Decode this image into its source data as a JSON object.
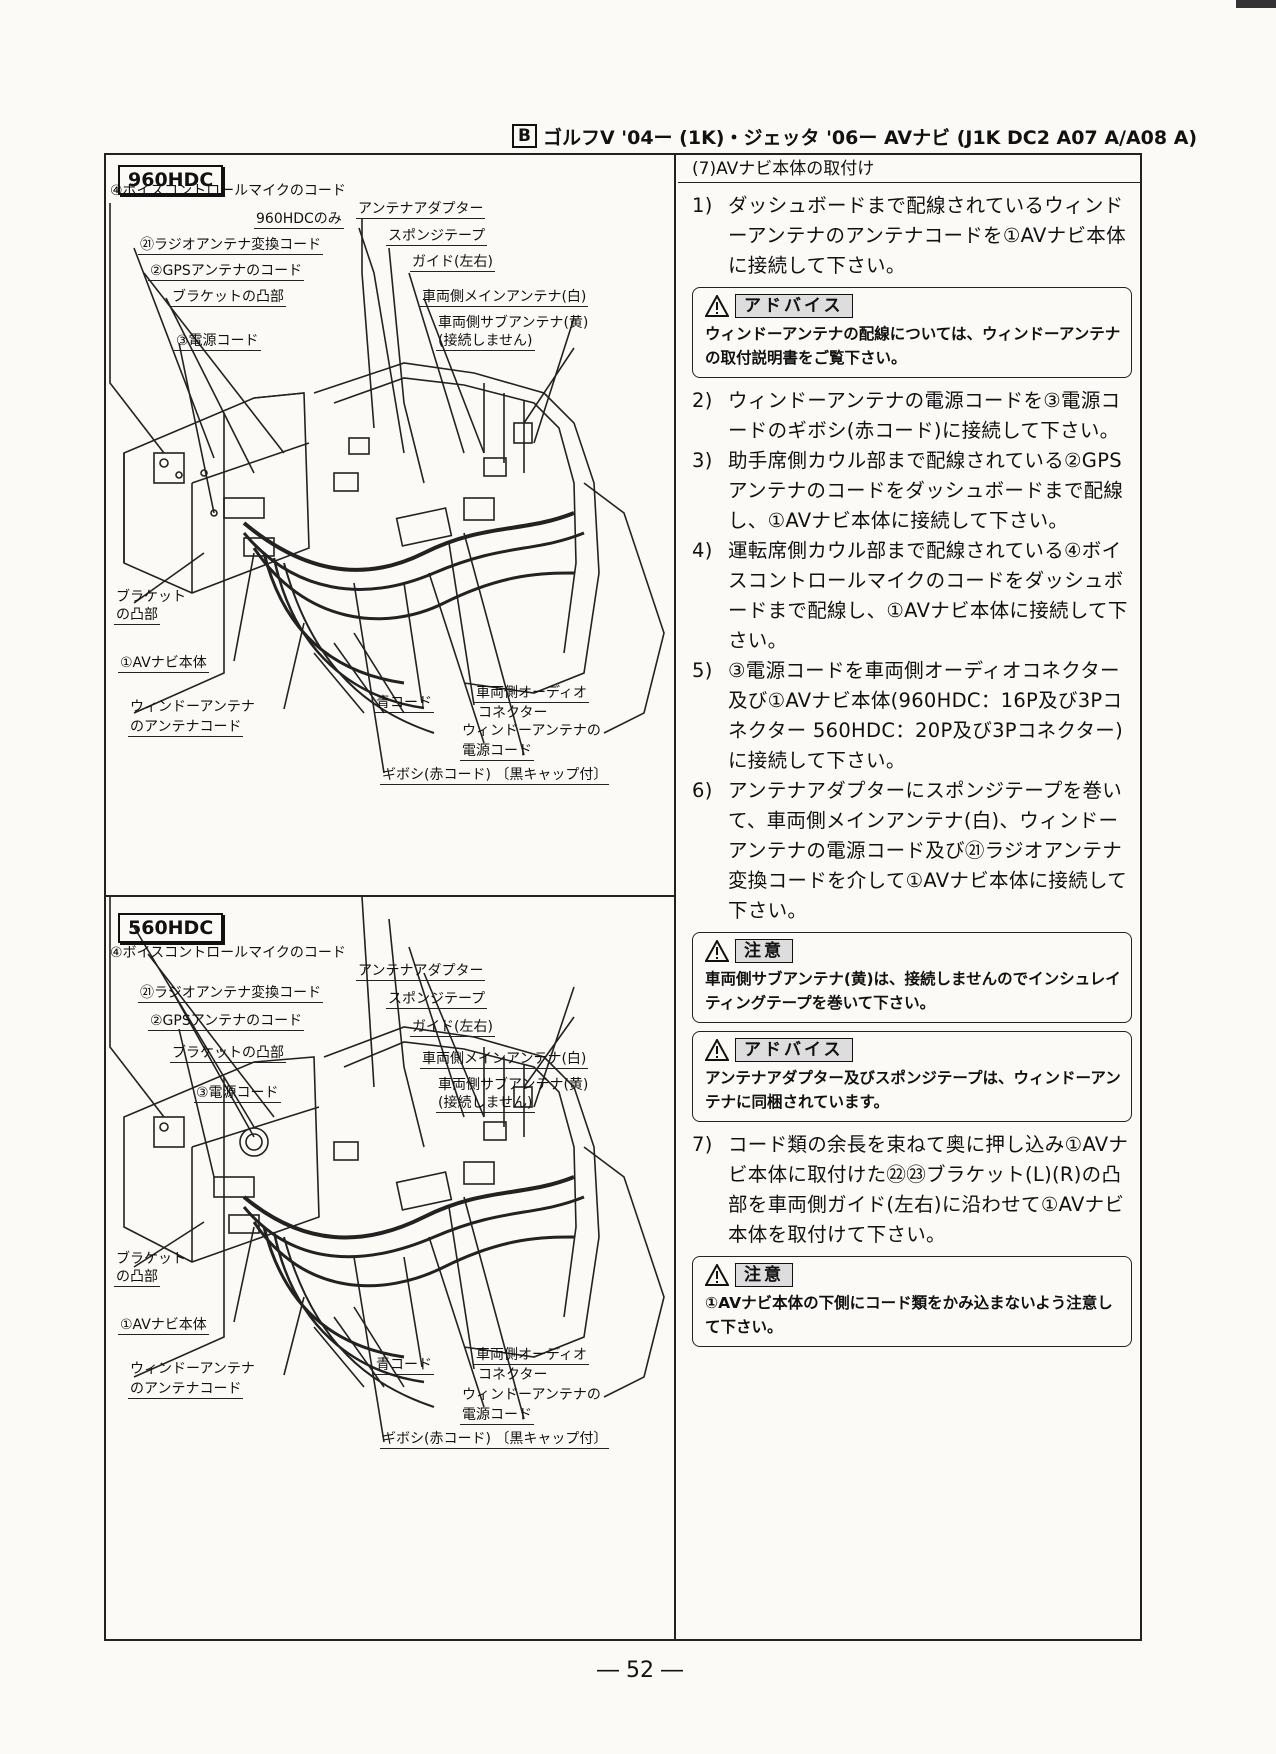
{
  "header": {
    "section_box": "B",
    "title": "ゴルフV '04ー (1K)・ジェッタ '06ー AVナビ (J1K DC2 A07 A/A08 A)"
  },
  "panel_960": {
    "model": "960HDC",
    "labels": {
      "voice_mic_cord": "④ボイスコントロールマイクのコード",
      "only_960": "960HDCのみ",
      "antenna_adapter": "アンテナアダプター",
      "radio_antenna_conv": "㉑ラジオアンテナ変換コード",
      "sponge_tape": "スポンジテープ",
      "gps_cord": "②GPSアンテナのコード",
      "guide": "ガイド(左右)",
      "bracket_boss": "ブラケットの凸部",
      "main_antenna": "車両側メインアンテナ(白)",
      "sub_antenna": "車両側サブアンテナ(黄)",
      "not_connected": "(接続しません)",
      "power_cord": "③電源コード",
      "bracket_bottom_1": "ブラケット",
      "bracket_bottom_2": "の凸部",
      "av_navi_body": "①AVナビ本体",
      "window_antenna_1": "ウィンドーアンテナ",
      "window_antenna_2": "のアンテナコード",
      "blue_cord": "青コード",
      "audio_connector_1": "車両側オーディオ",
      "audio_connector_2": "コネクター",
      "window_power_1": "ウィンドーアンテナの",
      "window_power_2": "電源コード",
      "gibosi": "ギボシ(赤コード) 〔黒キャップ付〕"
    }
  },
  "panel_560": {
    "model": "560HDC",
    "labels": {
      "voice_mic_cord": "④ボイスコントロールマイクのコード",
      "antenna_adapter": "アンテナアダプター",
      "radio_antenna_conv": "㉑ラジオアンテナ変換コード",
      "sponge_tape": "スポンジテープ",
      "gps_cord": "②GPSアンテナのコード",
      "guide": "ガイド(左右)",
      "bracket_boss": "ブラケットの凸部",
      "main_antenna": "車両側メインアンテナ(白)",
      "sub_antenna": "車両側サブアンテナ(黄)",
      "not_connected": "(接続しません)",
      "power_cord": "③電源コード",
      "bracket_bottom_1": "ブラケット",
      "bracket_bottom_2": "の凸部",
      "av_navi_body": "①AVナビ本体",
      "window_antenna_1": "ウィンドーアンテナ",
      "window_antenna_2": "のアンテナコード",
      "blue_cord": "青コード",
      "audio_connector_1": "車両側オーディオ",
      "audio_connector_2": "コネクター",
      "window_power_1": "ウィンドーアンテナの",
      "window_power_2": "電源コード",
      "gibosi": "ギボシ(赤コード) 〔黒キャップ付〕"
    }
  },
  "instructions": {
    "section_title": "(7)AVナビ本体の取付け",
    "step1_num": "1)",
    "step1": "ダッシュボードまで配線されているウィンドーアンテナのアンテナコードを①AVナビ本体に接続して下さい。",
    "advice1_tag": "アドバイス",
    "advice1": "ウィンドーアンテナの配線については、ウィンドーアンテナの取付説明書をご覧下さい。",
    "step2_num": "2)",
    "step2": "ウィンドーアンテナの電源コードを③電源コードのギボシ(赤コード)に接続して下さい。",
    "step3_num": "3)",
    "step3": "助手席側カウル部まで配線されている②GPSアンテナのコードをダッシュボードまで配線し、①AVナビ本体に接続して下さい。",
    "step4_num": "4)",
    "step4": "運転席側カウル部まで配線されている④ボイスコントロールマイクのコードをダッシュボードまで配線し、①AVナビ本体に接続して下さい。",
    "step5_num": "5)",
    "step5": "③電源コードを車両側オーディオコネクター及び①AVナビ本体(960HDC：16P及び3Pコネクター 560HDC：20P及び3Pコネクター)に接続して下さい。",
    "step6_num": "6)",
    "step6": "アンテナアダプターにスポンジテープを巻いて、車両側メインアンテナ(白)、ウィンドーアンテナの電源コード及び㉑ラジオアンテナ変換コードを介して①AVナビ本体に接続して下さい。",
    "caution1_tag": "注意",
    "caution1": "車両側サブアンテナ(黄)は、接続しませんのでインシュレイティングテープを巻いて下さい。",
    "advice2_tag": "アドバイス",
    "advice2": "アンテナアダプター及びスポンジテープは、ウィンドーアンテナに同梱されています。",
    "step7_num": "7)",
    "step7": "コード類の余長を束ねて奥に押し込み①AVナビ本体に取付けた㉒㉓ブラケット(L)(R)の凸部を車両側ガイド(左右)に沿わせて①AVナビ本体を取付けて下さい。",
    "caution2_tag": "注意",
    "caution2": "①AVナビ本体の下側にコード類をかみ込まないよう注意して下さい。"
  },
  "page_number": "― 52 ―"
}
